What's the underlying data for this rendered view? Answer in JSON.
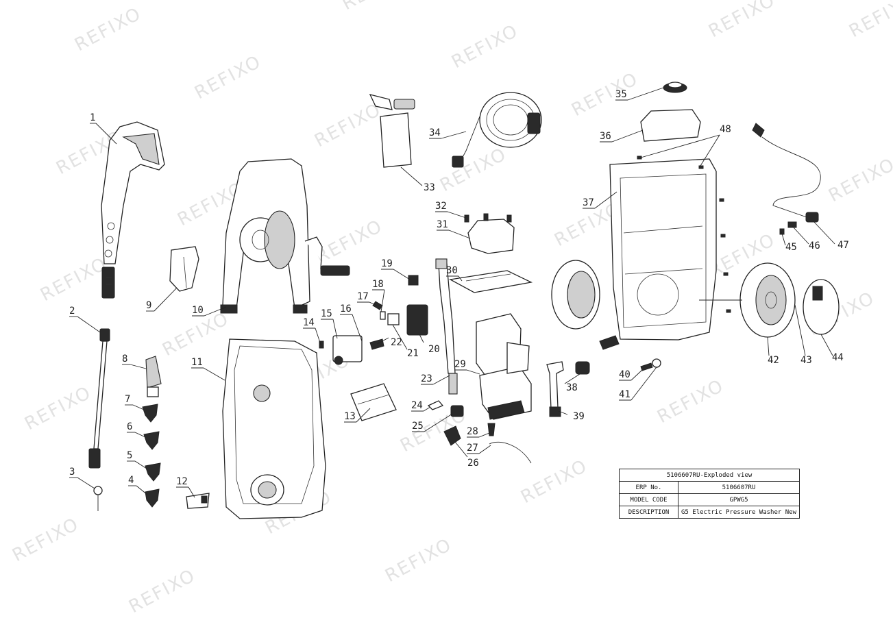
{
  "watermark": "REFIXO",
  "info_table": {
    "title": "5106607RU-Exploded view",
    "rows": [
      {
        "label": "ERP No.",
        "value": "5106607RU"
      },
      {
        "label": "MODEL CODE",
        "value": "GPWG5"
      },
      {
        "label": "DESCRIPTION",
        "value": "G5 Electric Pressure Washer New"
      }
    ]
  },
  "callouts": [
    "1",
    "2",
    "3",
    "4",
    "5",
    "6",
    "7",
    "8",
    "9",
    "10",
    "11",
    "12",
    "13",
    "14",
    "15",
    "16",
    "17",
    "18",
    "19",
    "20",
    "21",
    "22",
    "23",
    "24",
    "25",
    "26",
    "27",
    "28",
    "29",
    "30",
    "31",
    "32",
    "33",
    "34",
    "35",
    "36",
    "37",
    "38",
    "39",
    "40",
    "41",
    "42",
    "43",
    "44",
    "45",
    "46",
    "47",
    "48"
  ],
  "colors": {
    "line": "#222222",
    "watermark": "#e2e2e2"
  }
}
